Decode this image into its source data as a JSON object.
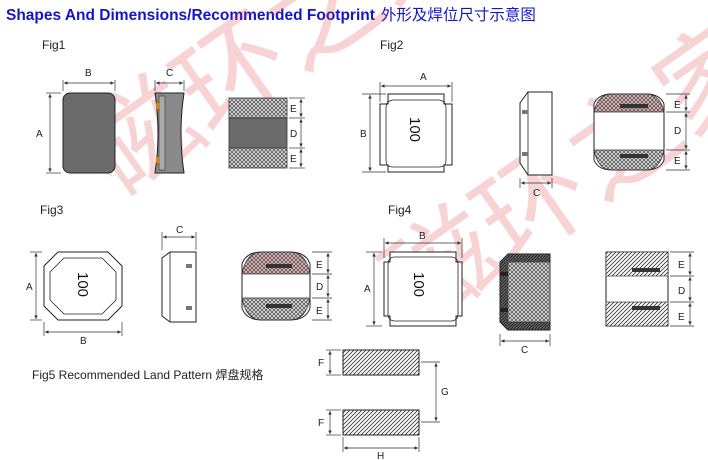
{
  "header": {
    "title_en": "Shapes And Dimensions/Recommended Footprint",
    "title_cn": "外形及焊位尺寸示意图"
  },
  "figures": {
    "fig1": "Fig1",
    "fig2": "Fig2",
    "fig3": "Fig3",
    "fig4": "Fig4",
    "fig5_en": "Fig5   Recommended Land Pattern",
    "fig5_cn": "焊盘规格"
  },
  "dims": {
    "a": "A",
    "b": "B",
    "c": "C",
    "d": "D",
    "e": "E",
    "f": "F",
    "g": "G",
    "h": "H"
  },
  "marking": "100",
  "watermark": "磁环之家"
}
